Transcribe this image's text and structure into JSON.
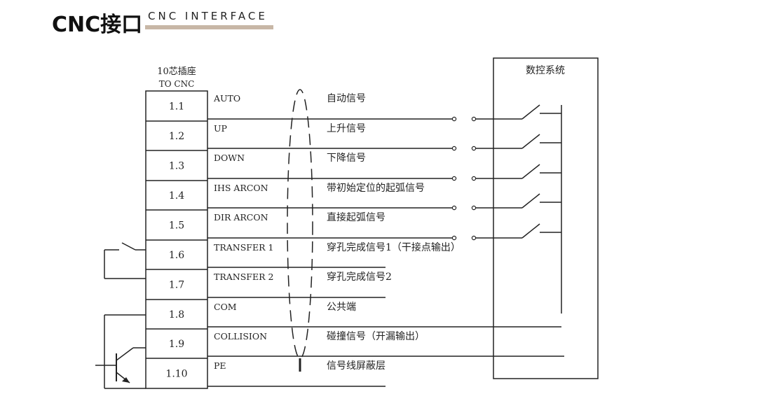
{
  "header": {
    "title": "CNC接口",
    "subtitle": "CNC INTERFACE",
    "accent_color": "#c8b7a6"
  },
  "connector": {
    "label_line1": "10芯插座",
    "label_line2": "TO CNC"
  },
  "system_label": "数控系统",
  "pins": [
    {
      "pin": "1.1",
      "signal": "AUTO",
      "desc": "自动信号",
      "line": "switch"
    },
    {
      "pin": "1.2",
      "signal": "UP",
      "desc": "上升信号",
      "line": "switch"
    },
    {
      "pin": "1.3",
      "signal": "DOWN",
      "desc": "下降信号",
      "line": "switch"
    },
    {
      "pin": "1.4",
      "signal": "IHS ARCON",
      "desc": "带初始定位的起弧信号",
      "line": "switch"
    },
    {
      "pin": "1.5",
      "signal": "DIR ARCON",
      "desc": "直接起弧信号",
      "line": "switch"
    },
    {
      "pin": "1.6",
      "signal": "TRANSFER 1",
      "desc": "穿孔完成信号1（干接点输出）",
      "line": "short"
    },
    {
      "pin": "1.7",
      "signal": "TRANSFER 2",
      "desc": "穿孔完成信号2",
      "line": "short"
    },
    {
      "pin": "1.8",
      "signal": "COM",
      "desc": "公共端",
      "line": "common"
    },
    {
      "pin": "1.9",
      "signal": "COLLISION",
      "desc": "碰撞信号（开漏输出）",
      "line": "long"
    },
    {
      "pin": "1.10",
      "signal": "PE",
      "desc": "信号线屏蔽层",
      "line": "shield"
    }
  ]
}
